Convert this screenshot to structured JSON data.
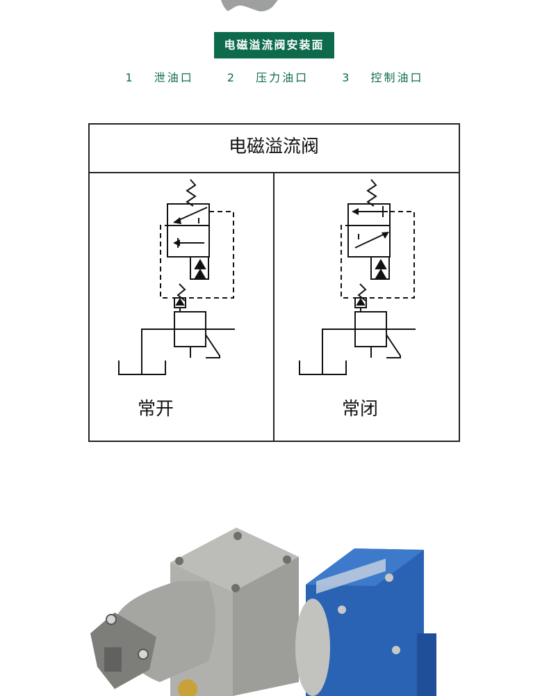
{
  "section": {
    "heading": "电磁溢流阀安装面",
    "ports": [
      {
        "number": "1",
        "label": "泄油口"
      },
      {
        "number": "2",
        "label": "压力油口"
      },
      {
        "number": "3",
        "label": "控制油口"
      }
    ]
  },
  "diagram": {
    "title": "电磁溢流阀",
    "panels": [
      {
        "label": "常开"
      },
      {
        "label": "常闭"
      }
    ]
  },
  "colors": {
    "accent": "#0d6a4c",
    "valve_blue": "#2a63b4",
    "valve_gray": "#a9aaa5"
  }
}
